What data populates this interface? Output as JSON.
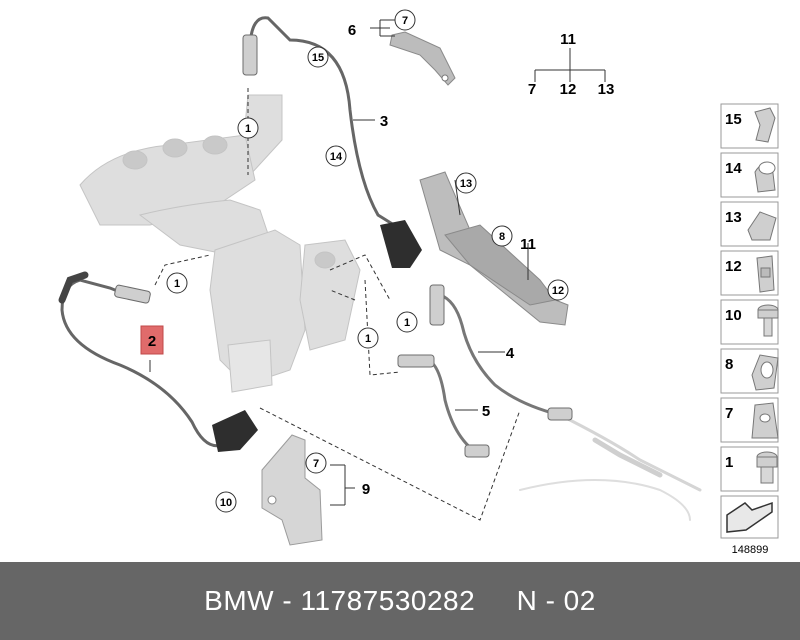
{
  "diagram": {
    "callouts": {
      "c1a": "1",
      "c1b": "1",
      "c1c": "1",
      "c1d": "1",
      "c2": "2",
      "c3": "3",
      "c4": "4",
      "c5": "5",
      "c6": "6",
      "c7a": "7",
      "c7b": "7",
      "c8": "8",
      "c9": "9",
      "c10": "10",
      "c11a": "11",
      "c11b": "11",
      "c12a": "12",
      "c12b": "12",
      "c13a": "13",
      "c13b": "13",
      "c14": "14",
      "c15": "15",
      "group7": "7",
      "group12": "12",
      "group13": "13"
    },
    "sidebar": [
      {
        "num": "15",
        "icon": "clip-icon"
      },
      {
        "num": "14",
        "icon": "cable-holder-icon"
      },
      {
        "num": "13",
        "icon": "cable-clip-icon"
      },
      {
        "num": "12",
        "icon": "clip-nut-icon"
      },
      {
        "num": "10",
        "icon": "bolt-icon"
      },
      {
        "num": "8",
        "icon": "clamp-icon"
      },
      {
        "num": "7",
        "icon": "spring-nut-icon"
      },
      {
        "num": "1",
        "icon": "plug-icon"
      }
    ],
    "ref_number": "148899"
  },
  "footer": {
    "text": "BMW - 11787530282     N - 02"
  },
  "colors": {
    "footer_bg": "#666666",
    "highlight": "#e06b6b",
    "part_gray": "#d8d8d8",
    "line": "#555555"
  }
}
